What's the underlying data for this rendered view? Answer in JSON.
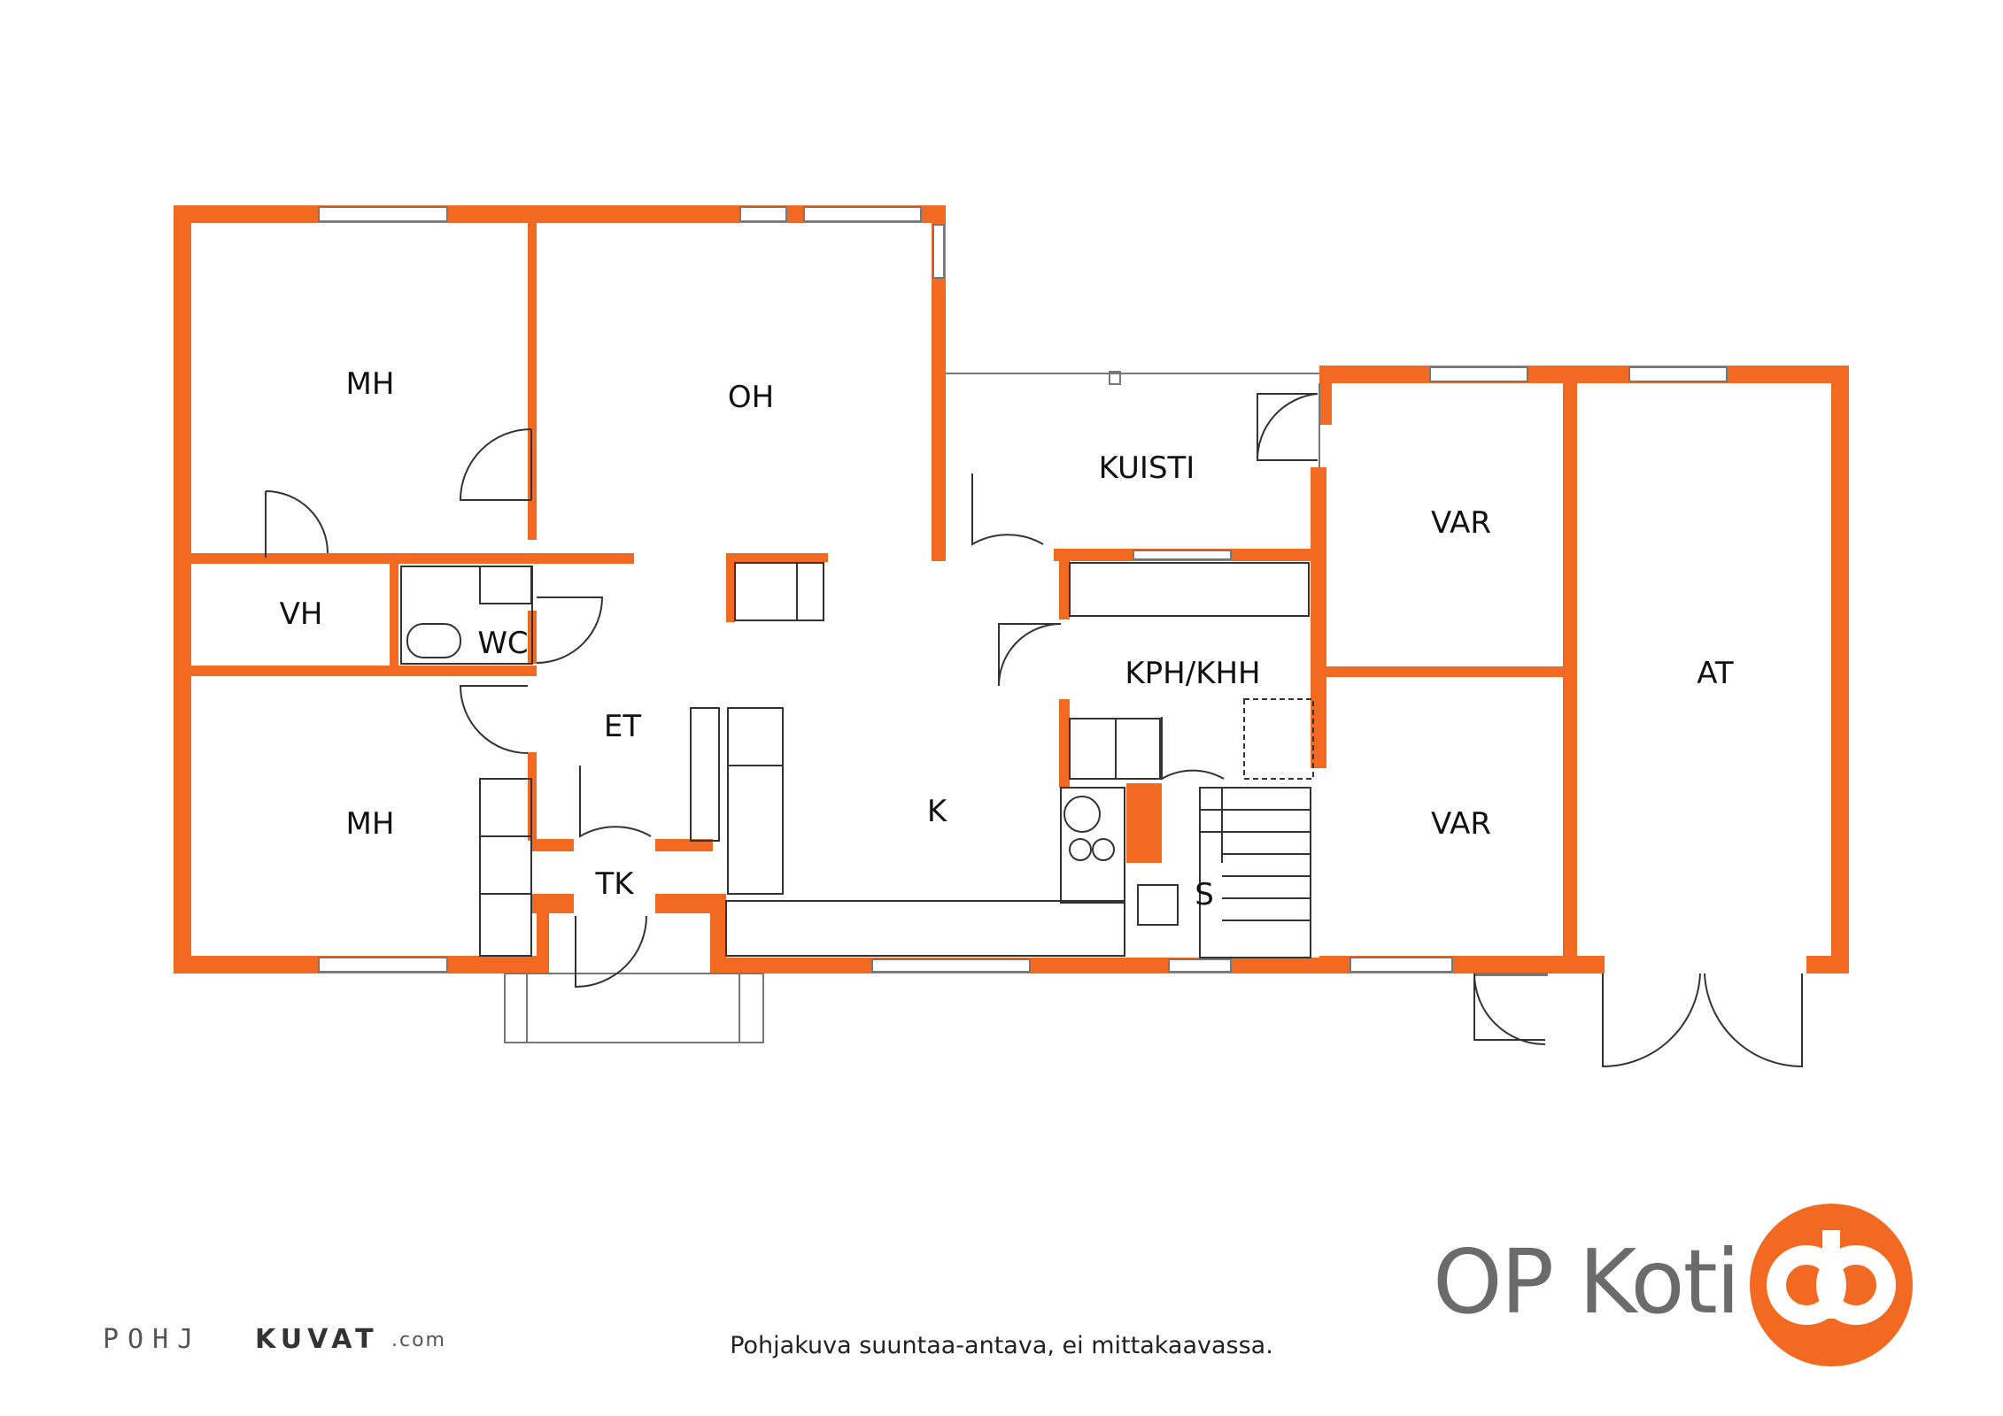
{
  "rooms": {
    "mh_top": "MH",
    "oh": "OH",
    "kuisti": "KUISTI",
    "var_top": "VAR",
    "vh": "VH",
    "wc": "WC",
    "kph_khh": "KPH/KHH",
    "at": "AT",
    "et": "ET",
    "k": "K",
    "mh_bottom": "MH",
    "var_bottom": "VAR",
    "tk": "TK",
    "s": "S"
  },
  "caption": "Pohjakuva suuntaa-antava, ei mittakaavassa.",
  "brand": {
    "name": "OP Koti",
    "logo_color": "#f26a21",
    "logo_icon": "op-logo-icon"
  },
  "watermark": {
    "left": "POHJ",
    "right": "KUVAT",
    "suffix": ".com"
  },
  "colors": {
    "wall": "#f26a21",
    "fixture": "#333333"
  }
}
